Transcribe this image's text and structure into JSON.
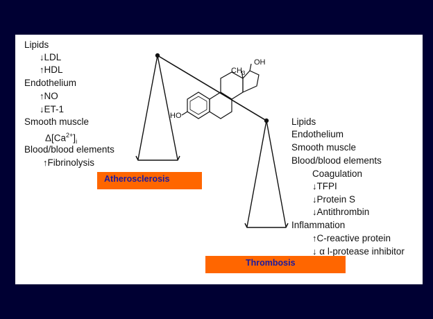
{
  "left_list": {
    "lipids": "Lipids",
    "ldl": "LDL",
    "hdl": "HDL",
    "endothelium": "Endothelium",
    "no": "NO",
    "et1": "ET-1",
    "smooth_muscle": "Smooth muscle",
    "ca_delta": "Δ[Ca",
    "ca_sup": "2+",
    "ca_close": "]",
    "ca_sub": "i",
    "blood": "Blood/blood elements",
    "fibrinolysis": "Fibrinolysis"
  },
  "right_list": {
    "lipids": "Lipids",
    "endothelium": "Endothelium",
    "smooth_muscle": "Smooth muscle",
    "blood": "Blood/blood elements",
    "coagulation": "Coagulation",
    "tfpi": "TFPI",
    "protein_s": "Protein S",
    "antithrombin": "Antithrombin",
    "inflammation": "Inflammation",
    "crp": "C-reactive protein",
    "alpha": "α",
    "protease": "l-protease inhibitor"
  },
  "molecule": {
    "oh_top": "OH",
    "ch3": "CH",
    "ch3_sub": "3",
    "ho_left": "HO"
  },
  "labels": {
    "atherosclerosis": "Atherosclerosis",
    "thrombosis": "Thrombosis"
  },
  "arrows": {
    "down": "↓",
    "up": "↑"
  },
  "colors": {
    "background": "#000033",
    "panel": "#ffffff",
    "label_fill": "#ff6600",
    "label_text": "#1a1aa0"
  }
}
